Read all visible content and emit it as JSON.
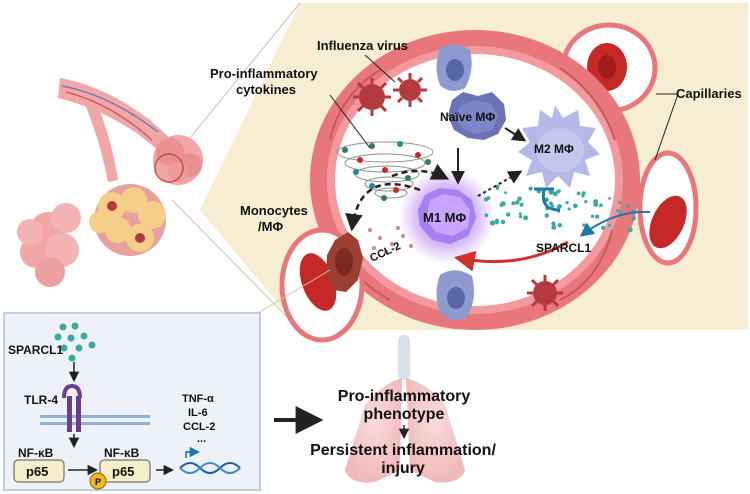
{
  "labels": {
    "influenza_virus": "Influenza virus",
    "pro_inflammatory_cytokines_line1": "Pro-inflammatory",
    "pro_inflammatory_cytokines_line2": "cytokines",
    "capillaries": "Capillaries",
    "naive_macrophage": "Naïve MΦ",
    "m2_macrophage": "M2 MΦ",
    "m1_macrophage": "M1 MΦ",
    "monocytes_line1": "Monocytes",
    "monocytes_line2": "/MΦ",
    "ccl2": "CCL-2",
    "sparcl1_alveolus": "SPARCL1"
  },
  "pathway": {
    "sparcl1": "SPARCL1",
    "tlr4": "TLR-4",
    "nfkb_1": "NF-κB",
    "nfkb_2": "NF-κB",
    "p65_1": "p65",
    "p65_2": "p65",
    "phospho": "P",
    "cytokine_1": "TNF-α",
    "cytokine_2": "IL-6",
    "cytokine_3": "CCL-2",
    "cytokine_ellipsis": "..."
  },
  "outcome": {
    "line1": "Pro-inflammatory",
    "line2": "phenotype",
    "line3": "Persistent inflammation/",
    "line4": "injury"
  },
  "colors": {
    "panel_bg": "#f7edd3",
    "alveolus_wall": "#e8767b",
    "alveolus_lumen": "#ffffff",
    "rbc": "#c62828",
    "virus": "#b53a3f",
    "macrophage": "#9fa6e3",
    "m1_glow": "#b57cf0",
    "sparcl1": "#3aa9a0",
    "inhibition": "#1a7aa8",
    "red_arrow": "#d32f2f",
    "lung": "#f2b7b7",
    "inset_border": "#aec1d6"
  }
}
